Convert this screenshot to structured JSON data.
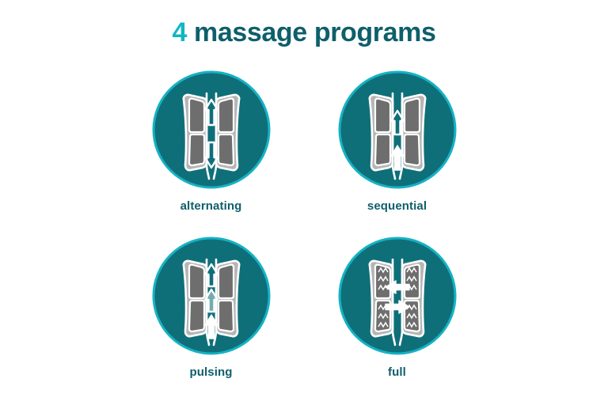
{
  "header": {
    "count": "4",
    "title_rest": " massage programs",
    "full_title": "4 massage programs"
  },
  "colors": {
    "accent_cyan": "#12B5C8",
    "dark_teal": "#0E5F6B",
    "disc_fill": "#0F6F79",
    "ring": "#16B2C4",
    "pad_gray": "#6E6E6E",
    "shell_gray": "#B6B6B6",
    "white": "#FFFFFF",
    "background": "#FFFFFF"
  },
  "programs": [
    {
      "id": "alternating",
      "label": "alternating",
      "icon_name": "massage-cushion-alternating-icon",
      "arrows": [
        {
          "direction": "up",
          "style": "outline",
          "position": "top"
        },
        {
          "direction": "down",
          "style": "outline",
          "position": "bottom"
        }
      ],
      "pad_texture": "plain"
    },
    {
      "id": "sequential",
      "label": "sequential",
      "icon_name": "massage-cushion-sequential-icon",
      "arrows": [
        {
          "direction": "up",
          "style": "outline",
          "position": "upper-middle"
        },
        {
          "direction": "up",
          "style": "solid",
          "position": "bottom"
        }
      ],
      "pad_texture": "plain"
    },
    {
      "id": "pulsing",
      "label": "pulsing",
      "icon_name": "massage-cushion-pulsing-icon",
      "arrows": [
        {
          "direction": "up",
          "style": "outline",
          "position": "top"
        },
        {
          "direction": "up",
          "style": "faded",
          "position": "middle"
        },
        {
          "direction": "up",
          "style": "solid",
          "position": "bottom"
        }
      ],
      "pad_texture": "plain"
    },
    {
      "id": "full",
      "label": "full",
      "icon_name": "massage-cushion-full-icon",
      "arrows": [
        {
          "direction": "left",
          "style": "solid",
          "position": "upper-middle"
        },
        {
          "direction": "right",
          "style": "solid",
          "position": "lower-middle"
        }
      ],
      "pad_texture": "zigzag"
    }
  ]
}
